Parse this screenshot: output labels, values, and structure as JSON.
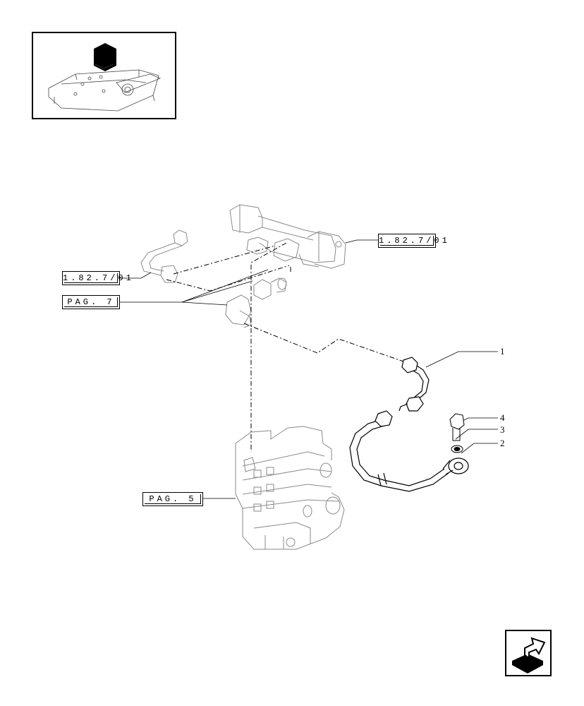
{
  "references": {
    "top_right": "1.82.7/01",
    "left_upper": "1.82.7/01",
    "left_page7": "PAG. 7",
    "left_page5": "PAG. 5"
  },
  "callouts": {
    "item1": "1",
    "item2": "2",
    "item3": "3",
    "item4": "4"
  },
  "icons": {
    "thumbnail": "assembly-thumbnail-icon",
    "navigation": "next-page-arrow-icon"
  },
  "colors": {
    "line": "#000000",
    "ghost_line": "#8a8a8a",
    "highlight": "#000000"
  }
}
